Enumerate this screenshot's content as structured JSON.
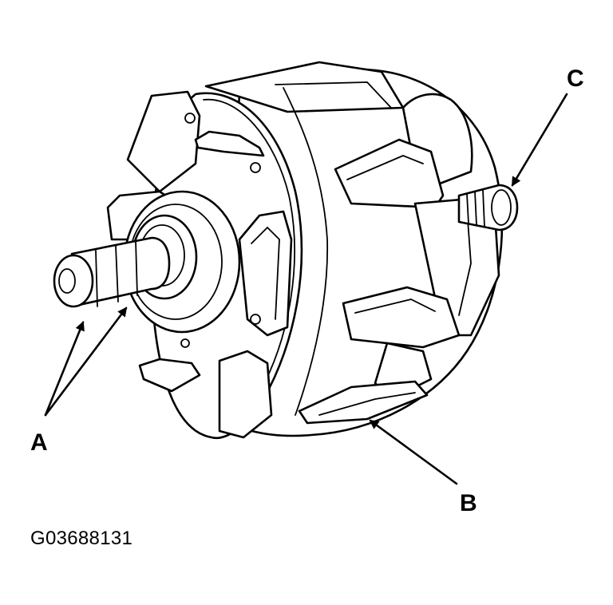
{
  "labels": {
    "a": "A",
    "b": "B",
    "c": "C"
  },
  "figure_id": "G03688131",
  "colors": {
    "line": "#000000",
    "background": "#ffffff"
  }
}
